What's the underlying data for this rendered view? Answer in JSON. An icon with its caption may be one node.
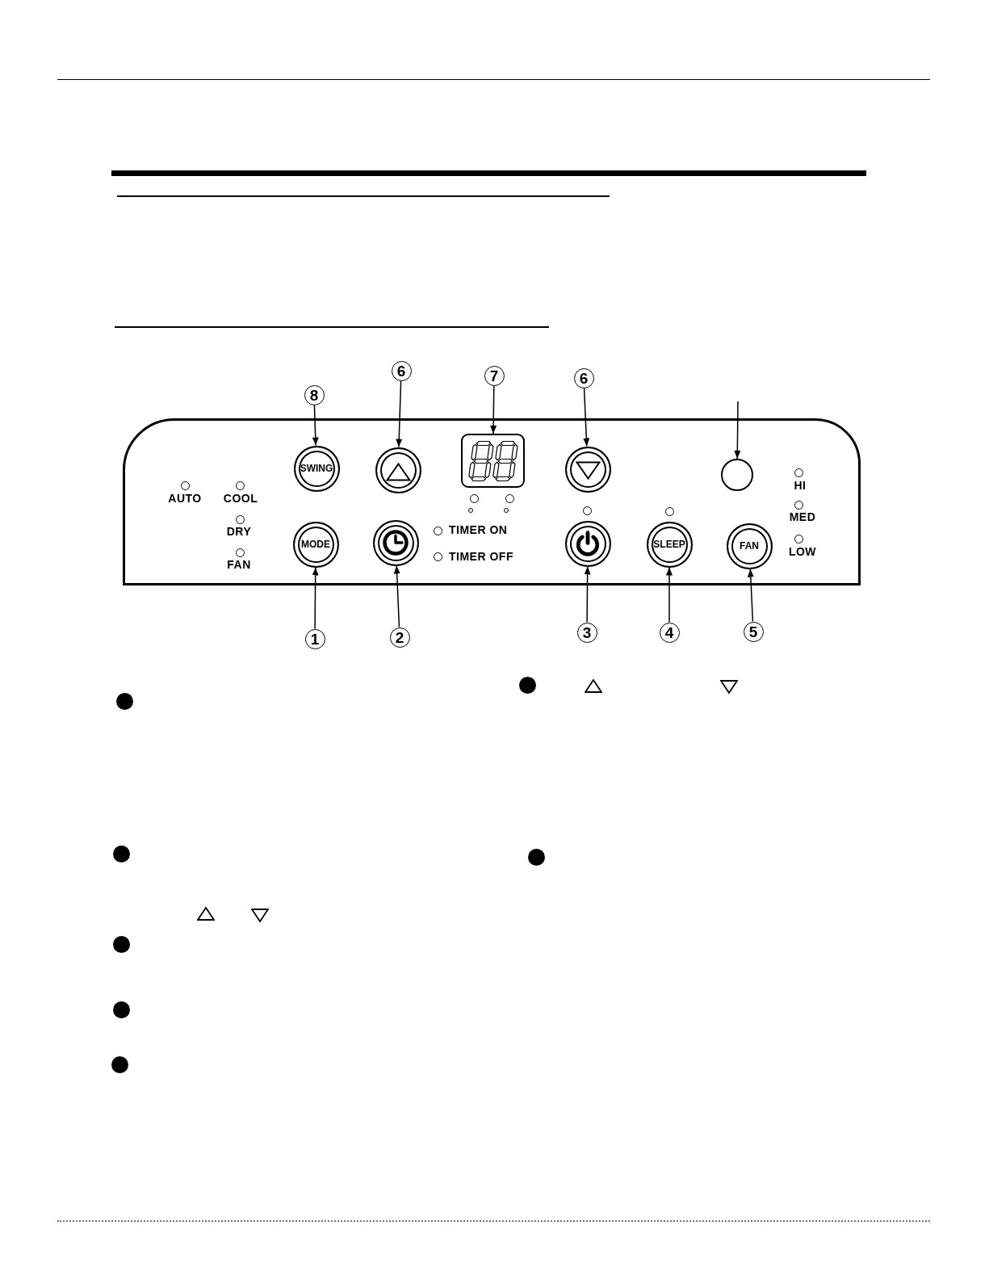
{
  "diagram": {
    "nodes": [
      {
        "text": [
          "8"
        ]
      },
      {
        "text": [
          "6"
        ]
      },
      {
        "text": [
          "7"
        ]
      },
      {
        "text": [
          "6"
        ]
      },
      {
        "text": [],
        "shape": "box"
      },
      {
        "text": [
          "SWING"
        ],
        "in": 4
      },
      {
        "text": [],
        "shape": "circle",
        "in": 4
      },
      {
        "text": [],
        "shape": "box",
        "in": 4
      },
      {
        "text": [],
        "shape": "circle",
        "in": 4
      },
      {
        "text": [],
        "shape": "circle",
        "in": 4
      },
      {
        "text": [
          "MODE"
        ],
        "in": 4
      },
      {
        "text": [],
        "shape": "circle",
        "in": 4
      },
      {
        "text": [],
        "shape": "circle",
        "in": 4
      },
      {
        "text": [
          "SLEEP"
        ],
        "in": 4
      },
      {
        "text": [
          "FAN"
        ],
        "in": 4
      },
      {
        "text": [
          "1"
        ]
      },
      {
        "text": [
          "2"
        ]
      },
      {
        "text": [
          "3"
        ]
      },
      {
        "text": [
          "4"
        ]
      },
      {
        "text": [
          "5"
        ]
      }
    ],
    "edges": [
      {
        "from": 0,
        "to": 5,
        "arrow": "to"
      },
      {
        "from": 1,
        "to": 6,
        "arrow": "to"
      },
      {
        "from": 2,
        "to": 7,
        "arrow": "to"
      },
      {
        "from": 3,
        "to": 8,
        "arrow": "to"
      },
      {
        "from": null,
        "to": 9,
        "arrow": "to"
      },
      {
        "from": 15,
        "to": 10,
        "arrow": "to"
      },
      {
        "from": 16,
        "to": 11,
        "arrow": "to"
      },
      {
        "from": 17,
        "to": 12,
        "arrow": "to"
      },
      {
        "from": 18,
        "to": 13,
        "arrow": "to"
      },
      {
        "from": 19,
        "to": 14,
        "arrow": "to"
      }
    ],
    "labels": [
      "AUTO",
      "COOL",
      "DRY",
      "FAN",
      "TIMER ON",
      "TIMER OFF",
      "HI",
      "MED",
      "LOW"
    ]
  }
}
